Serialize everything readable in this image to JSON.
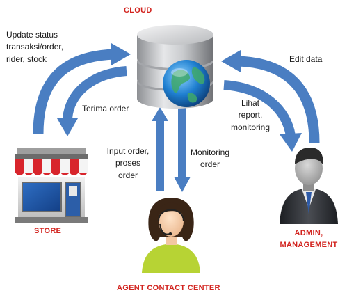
{
  "colors": {
    "arrow": "#4a7ec2",
    "title_red": "#d2231e",
    "text": "#1a1a1a"
  },
  "nodes": {
    "cloud": {
      "title": "CLOUD",
      "icon": "database-globe-icon"
    },
    "store": {
      "title": "STORE",
      "icon": "storefront-icon"
    },
    "admin": {
      "title_line1": "ADMIN,",
      "title_line2": "MANAGEMENT",
      "icon": "businessman-icon"
    },
    "agent": {
      "title": "AGENT CONTACT CENTER",
      "icon": "call-center-agent-icon"
    }
  },
  "flows": {
    "store_to_cloud": {
      "line1": "Update status",
      "line2": "transaksi/order,",
      "line3": "rider, stock"
    },
    "cloud_to_store": {
      "line1": "Terima order"
    },
    "admin_to_cloud": {
      "line1": "Edit data"
    },
    "cloud_to_admin": {
      "line1": "Lihat",
      "line2": "report,",
      "line3": "monitoring"
    },
    "agent_to_cloud": {
      "line1": "Input order,",
      "line2": "proses",
      "line3": "order"
    },
    "cloud_to_agent": {
      "line1": "Monitoring",
      "line2": "order"
    }
  }
}
